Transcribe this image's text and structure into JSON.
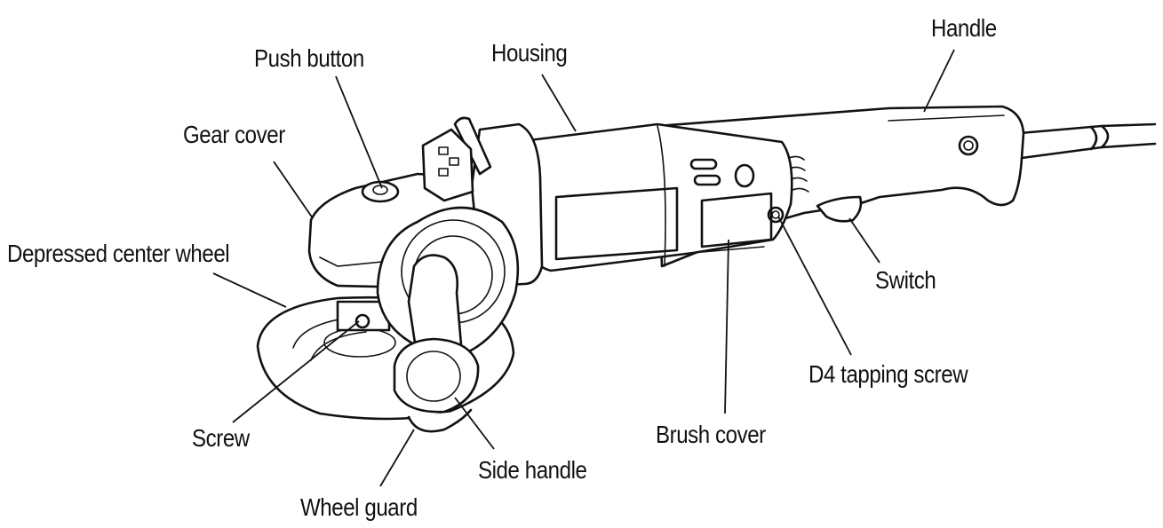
{
  "diagram": {
    "labels": {
      "push_button": "Push button",
      "housing": "Housing",
      "handle": "Handle",
      "gear_cover": "Gear cover",
      "depressed_center_wheel": "Depressed center wheel",
      "switch": "Switch",
      "d4_tapping_screw": "D4 tapping screw",
      "screw": "Screw",
      "brush_cover": "Brush cover",
      "side_handle": "Side handle",
      "wheel_guard": "Wheel guard"
    }
  }
}
